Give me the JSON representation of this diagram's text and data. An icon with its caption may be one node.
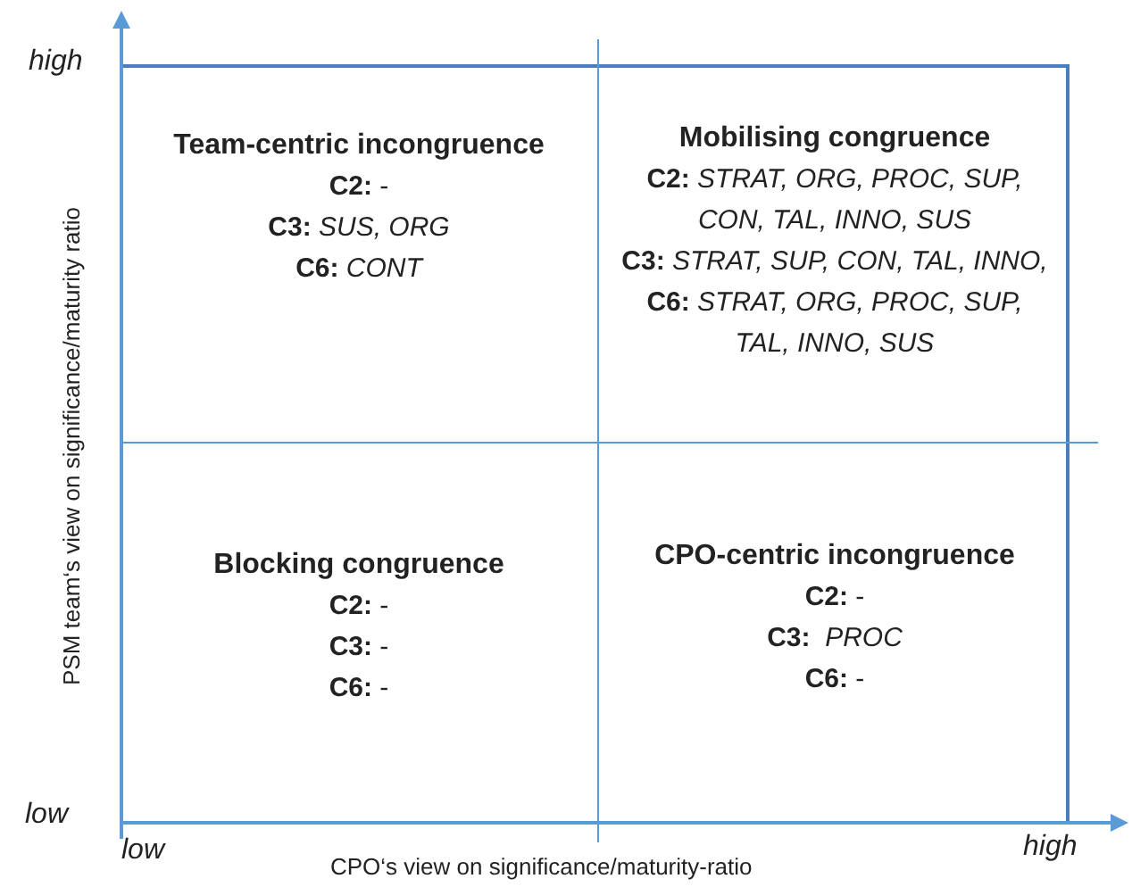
{
  "diagram": {
    "nodes": [
      {
        "text": [
          "Team-centric incongruence",
          "**C2:** -",
          "**C3:** *SUS, ORG*",
          "**C6:** *CONT*"
        ]
      },
      {
        "text": [
          "Mobilising congruence",
          "**C2:** *STRAT, ORG, PROC, SUP, CON, TAL, INNO, SUS*",
          "**C3:** *STRAT, SUP, CON, TAL, INNO,*",
          "**C6:** *STRAT, ORG, PROC, SUP, TAL, INNO, SUS*"
        ]
      },
      {
        "text": [
          "Blocking congruence",
          "**C2:** -",
          "**C3:** -",
          "**C6:** -"
        ]
      },
      {
        "text": [
          "CPO-centric incongruence",
          "**C2:** -",
          "**C3:**  *PROC*",
          "**C6:** -"
        ]
      }
    ],
    "labels": [
      "high",
      "low",
      "low",
      "high",
      "CPO‘s view on significance/maturity-ratio",
      "PSM team‘s view on significance/maturity ratio"
    ]
  }
}
